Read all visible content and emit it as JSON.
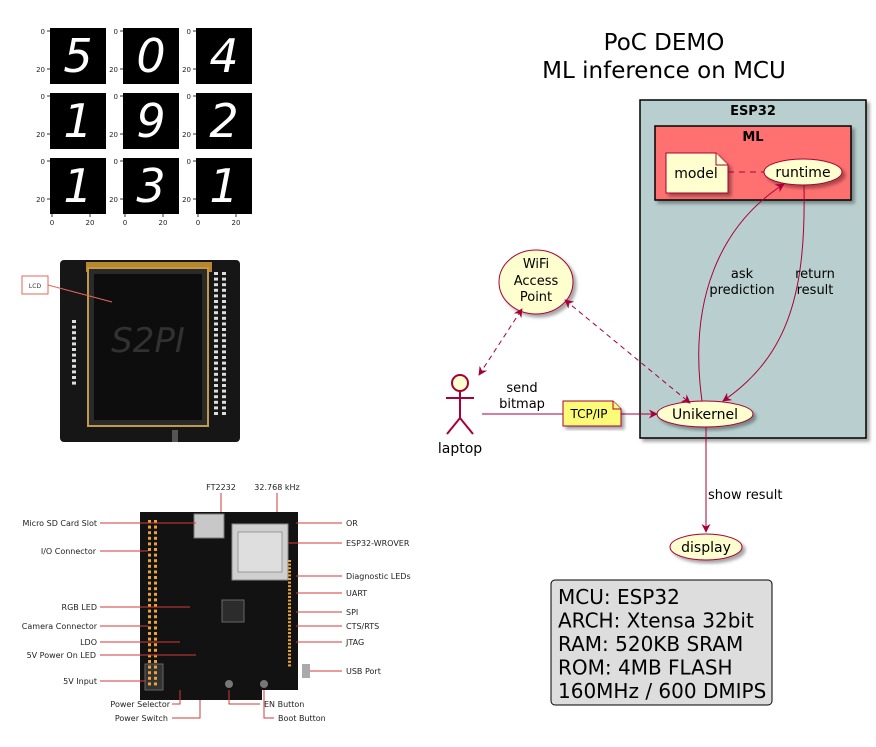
{
  "title": {
    "line1": "PoC DEMO",
    "line2": "ML inference on MCU"
  },
  "mnist_grid": {
    "digits": [
      [
        "5",
        "0",
        "4"
      ],
      [
        "1",
        "9",
        "2"
      ],
      [
        "1",
        "3",
        "1"
      ]
    ],
    "y_ticks": [
      "0",
      "20"
    ],
    "x_ticks": [
      "0",
      "20"
    ]
  },
  "lcd_board": {
    "callout": "LCD"
  },
  "esp32_board": {
    "labels": {
      "ft2232": "FT2232",
      "khz": "32.768 kHz",
      "micro_sd": "Micro SD Card Slot",
      "io_connector": "I/O Connector",
      "rgb_led": "RGB LED",
      "camera_connector": "Camera Connector",
      "ldo": "LDO",
      "power_on_led": "5V Power On LED",
      "input_5v": "5V Input",
      "power_selector": "Power Selector",
      "power_switch": "Power Switch",
      "or": "OR",
      "wrover": "ESP32-WROVER",
      "diag_leds": "Diagnostic LEDs",
      "uart": "UART",
      "spi": "SPI",
      "cts_rts": "CTS/RTS",
      "jtag": "JTAG",
      "usb_port": "USB Port",
      "en_button": "EN Button",
      "boot_button": "Boot Button"
    }
  },
  "diagram": {
    "esp32_label": "ESP32",
    "ml_label": "ML",
    "model_label": "model",
    "runtime_label": "runtime",
    "unikernel_label": "Unikernel",
    "wifi_line1": "WiFi",
    "wifi_line2": "Access",
    "wifi_line3": "Point",
    "laptop_label": "laptop",
    "display_label": "display",
    "tcpip_label": "TCP/IP",
    "send_bitmap_line1": "send",
    "send_bitmap_line2": "bitmap",
    "ask_prediction_line1": "ask",
    "ask_prediction_line2": "prediction",
    "return_result_line1": "return",
    "return_result_line2": "result",
    "show_result": "show result"
  },
  "specs": [
    "MCU: ESP32",
    "ARCH: Xtensa 32bit",
    "RAM: 520KB SRAM",
    "ROM: 4MB FLASH",
    "160MHz / 600 DMIPS"
  ],
  "colors": {
    "arrow": "#a80036",
    "usecase_fill": "#fefece",
    "esp32_fill": "#b9cfcf",
    "ml_fill": "#ff7070",
    "note_fill": "#fbfb77",
    "spec_fill": "#dddddd"
  }
}
